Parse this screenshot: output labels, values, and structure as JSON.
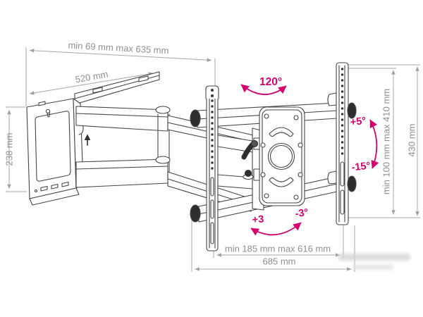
{
  "title": "articulating-tv-wall-mount-technical-diagram",
  "colors": {
    "drawing_line": "#454545",
    "dimension_line": "#a0a0a0",
    "dimension_text": "#8f8f8f",
    "accent_magenta": "#d6006e",
    "dark_fill": "#2e2e2e"
  },
  "dimensions": {
    "top_extension": "min 69 mm max 635 mm",
    "wall_plate_width": "520 mm",
    "wall_plate_height": "238 mm",
    "bracket_vertical_range": "min 100 mm max 410 mm",
    "bracket_height": "430 mm",
    "horizontal_range": "min 185 mm max 616 mm",
    "total_width": "685 mm"
  },
  "angles": {
    "swivel": "120°",
    "tilt_up": "+5°",
    "tilt_down": "-15°",
    "level_plus": "+3",
    "level_minus": "-3°"
  },
  "icons": {
    "up_arrow": "orientation-up-arrow",
    "swivel_arc": "swivel-range-arc",
    "tilt_arc": "tilt-range-arc",
    "level_arc": "level-adjust-arc"
  }
}
